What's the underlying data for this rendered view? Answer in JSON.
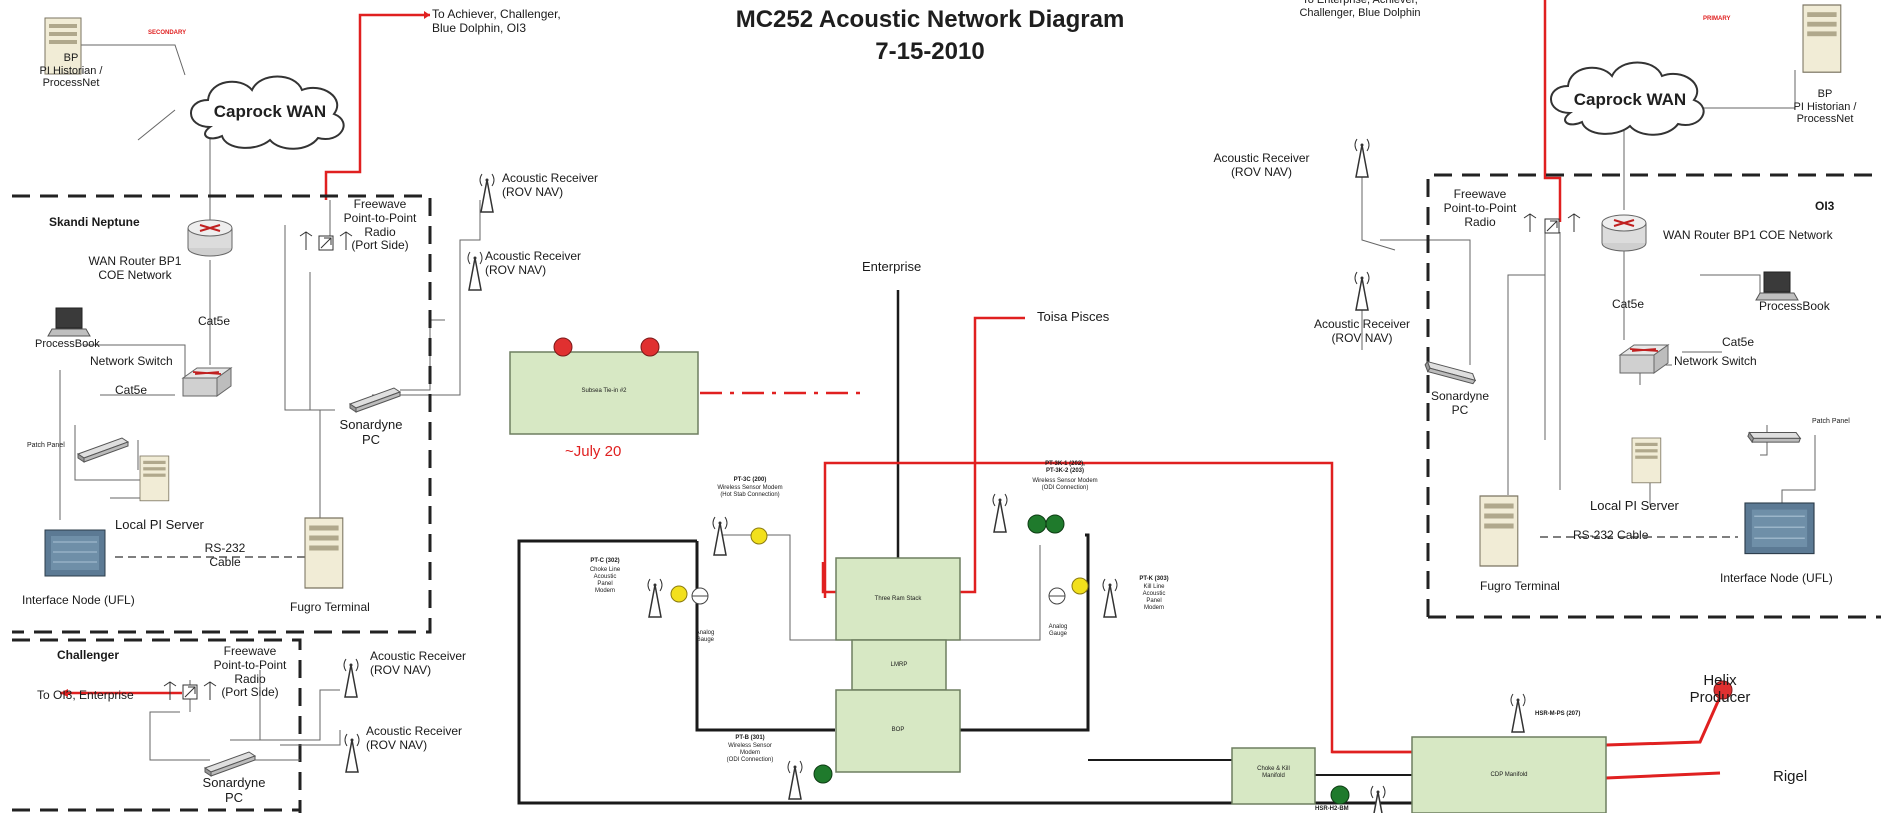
{
  "diagram": {
    "title": "MC252 Acoustic Network Diagram",
    "date": "7-15-2010"
  },
  "colors": {
    "line_red": "#e02020",
    "line_black": "#1a1a1a",
    "line_gray": "#555555",
    "subsea_box": "#d7e8c4",
    "sensor_yellow": "#f2e01c",
    "sensor_green": "#1f7a2c",
    "sensor_red": "#e03030"
  },
  "left": {
    "secondary_label": "SECONDARY",
    "historian_label": "BP\nPI Historian /\nProcessNet",
    "cloud_label": "Caprock WAN",
    "red_link_label": "To Achiever, Challenger,\nBlue Dolphin, OI3",
    "section_label": "Skandi Neptune",
    "router_label": "WAN Router BP1\nCOE Network",
    "cat5e_1": "Cat5e",
    "processbook_label": "ProcessBook",
    "switch_label": "Network Switch",
    "cat5e_2": "Cat5e",
    "patch_panel_label": "Patch Panel",
    "local_pi_label": "Local PI Server",
    "interface_node_label": "Interface Node (UFL)",
    "rs232_label": "RS-232\nCable",
    "fugro_label": "Fugro Terminal",
    "freewave_label": "Freewave\nPoint-to-Point\nRadio\n(Port Side)",
    "acoustic_rx_1": "Acoustic Receiver\n(ROV NAV)",
    "acoustic_rx_2": "Acoustic Receiver\n(ROV NAV)",
    "sonardyne_label": "Sonardyne\nPC"
  },
  "challenger": {
    "section_label": "Challenger",
    "to_label": "To OI3, Enterprise",
    "freewave_label": "Freewave\nPoint-to-Point\nRadio\n(Port Side)",
    "acoustic_rx_1": "Acoustic Receiver\n(ROV NAV)",
    "acoustic_rx_2": "Acoustic Receiver\n(ROV NAV)",
    "sonardyne_label": "Sonardyne\nPC"
  },
  "center": {
    "enterprise_label": "Enterprise",
    "toisa_label": "Toisa Pisces",
    "subsea_tiein_label": "Subsea Tie-in #2",
    "july_label": "~July 20",
    "three_ram_label": "Three Ram Stack",
    "lmrp_label": "LMRP",
    "bop_label": "BOP",
    "choke_kill_label": "Choke & Kill\nManifold",
    "cdp_label": "CDP Manifold",
    "helix_label": "Helix\nProducer",
    "rigel_label": "Rigel",
    "pt3c_title": "PT-3C (200)",
    "pt3c_desc": "Wireless Sensor Modem\n(Hot Stab Connection)",
    "pt3k_title": "PT-3K-1 (202),\nPT-3K-2 (203)",
    "pt3k_desc": "Wireless Sensor Modem\n(ODI Connection)",
    "ptc_title": "PT-C (302)",
    "ptc_desc": "Choke Line\nAcoustic\nPanel\nModem",
    "ptk_title": "PT-K (303)",
    "ptk_desc": "Kill Line\nAcoustic\nPanel\nModem",
    "analog_left": "Analog\nGauge",
    "analog_right": "Analog\nGauge",
    "ptb_title": "PT-B (301)",
    "ptb_desc": "Wireless Sensor\nModem\n(ODI Connection)",
    "hsr_m_label": "HSR-M-PS (207)",
    "hsr_h2_label": "HSR-H2-BM"
  },
  "right": {
    "top_link_label": "To Enterprise, Achiever,\nChallenger, Blue Dolphin",
    "primary_label": "PRIMARY",
    "historian_label": "BP\nPI Historian /\nProcessNet",
    "cloud_label": "Caprock WAN",
    "section_label": "OI3",
    "acoustic_rx_1": "Acoustic Receiver\n(ROV NAV)",
    "acoustic_rx_2": "Acoustic Receiver\n(ROV NAV)",
    "freewave_label": "Freewave\nPoint-to-Point\nRadio",
    "router_label": "WAN Router BP1 COE Network",
    "cat5e_1": "Cat5e",
    "processbook_label": "ProcessBook",
    "cat5e_2": "Cat5e",
    "switch_label": "Network Switch",
    "sonardyne_label": "Sonardyne\nPC",
    "patch_panel_label": "Patch Panel",
    "local_pi_label": "Local PI Server",
    "rs232_label": "RS-232 Cable",
    "fugro_label": "Fugro Terminal",
    "interface_node_label": "Interface Node (UFL)"
  }
}
